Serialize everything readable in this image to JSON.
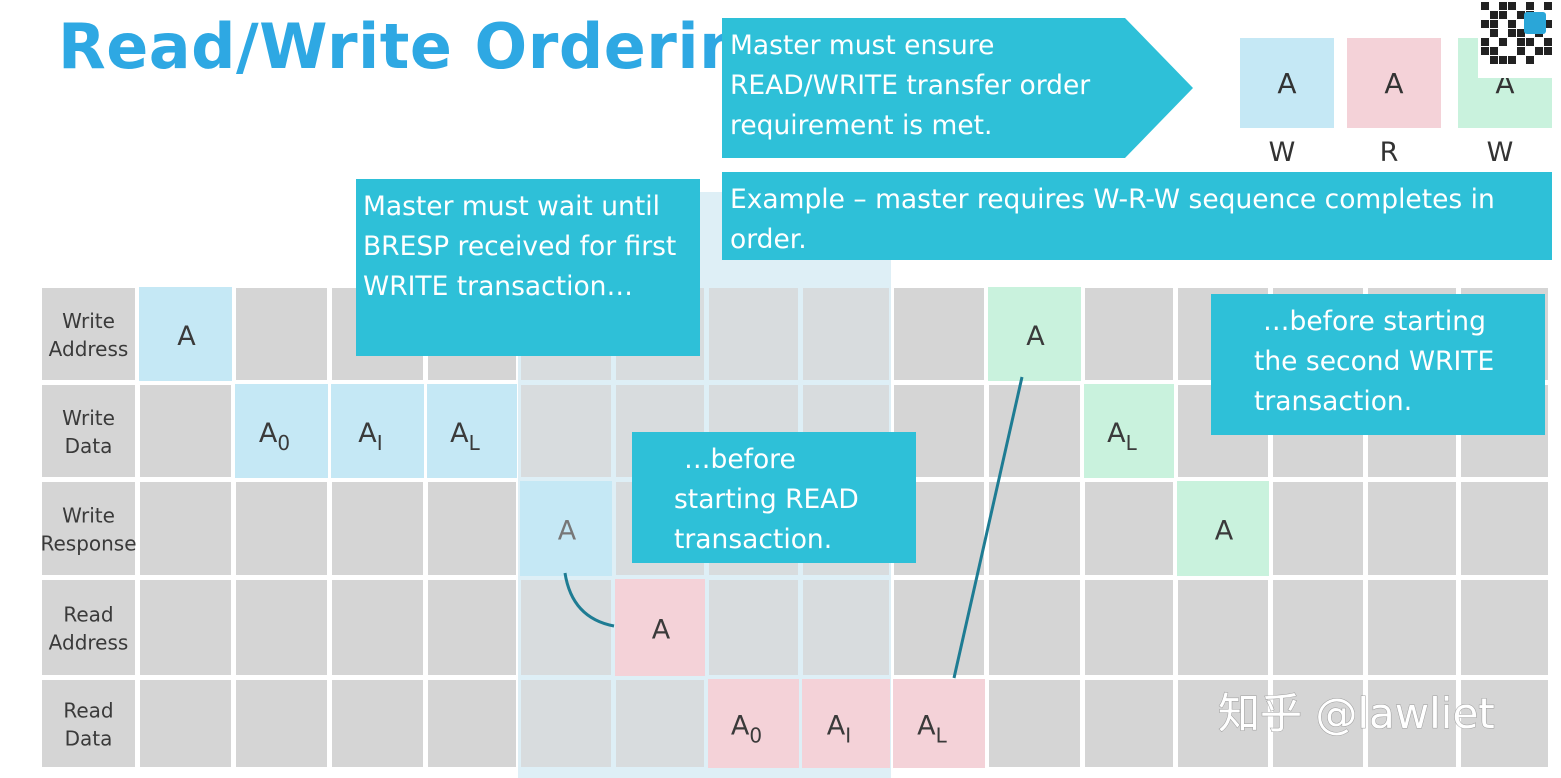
{
  "title": "Read/Write Ordering",
  "colors": {
    "grid": "#d5d5d5",
    "write1": "#c5e8f5",
    "read": "#f4d2d8",
    "write2": "#c9f2dd",
    "callout": "#2ec0d8",
    "line": "#1e7c93",
    "highlight": "#d8ecf4"
  },
  "rows": [
    {
      "label": [
        "Write",
        "Address"
      ]
    },
    {
      "label": [
        "Write",
        "Data"
      ]
    },
    {
      "label": [
        "Write",
        "Response"
      ]
    },
    {
      "label": [
        "Read",
        "Address"
      ]
    },
    {
      "label": [
        "Read",
        "Data"
      ]
    }
  ],
  "cells": [
    {
      "row": 0,
      "col": 1,
      "text": "A",
      "kind": "write1"
    },
    {
      "row": 1,
      "col": 2,
      "text": "A",
      "sub": "0",
      "kind": "write1"
    },
    {
      "row": 1,
      "col": 3,
      "text": "A",
      "sub": "I",
      "kind": "write1"
    },
    {
      "row": 1,
      "col": 4,
      "text": "A",
      "sub": "L",
      "kind": "write1"
    },
    {
      "row": 2,
      "col": 5,
      "text": "A",
      "kind": "write1",
      "muted": true
    },
    {
      "row": 3,
      "col": 6,
      "text": "A",
      "kind": "read"
    },
    {
      "row": 4,
      "col": 7,
      "text": "A",
      "sub": "0",
      "kind": "read"
    },
    {
      "row": 4,
      "col": 8,
      "text": "A",
      "sub": "I",
      "kind": "read"
    },
    {
      "row": 4,
      "col": 9,
      "text": "A",
      "sub": "L",
      "kind": "read"
    },
    {
      "row": 0,
      "col": 10,
      "text": "A",
      "kind": "write2"
    },
    {
      "row": 1,
      "col": 11,
      "text": "A",
      "sub": "L",
      "kind": "write2"
    },
    {
      "row": 2,
      "col": 12,
      "text": "A",
      "kind": "write2"
    }
  ],
  "callouts": {
    "ensure": [
      "Master must ensure",
      "READ/WRITE transfer order",
      "requirement is met."
    ],
    "example": [
      "Example – master requires W-R-W sequence completes in",
      "order."
    ],
    "wait": [
      "Master must wait until",
      "BRESP received for first",
      "WRITE transaction…"
    ],
    "before_read": [
      "…before",
      "starting READ",
      "transaction."
    ],
    "before_second": [
      "…before starting",
      "the second WRITE",
      "transaction."
    ]
  },
  "legend": [
    {
      "letter": "A",
      "type": "W",
      "kind": "write1"
    },
    {
      "letter": "A",
      "type": "R",
      "kind": "read"
    },
    {
      "letter": "A",
      "type": "W",
      "kind": "write2"
    }
  ],
  "watermark": "知乎 @lawliet"
}
